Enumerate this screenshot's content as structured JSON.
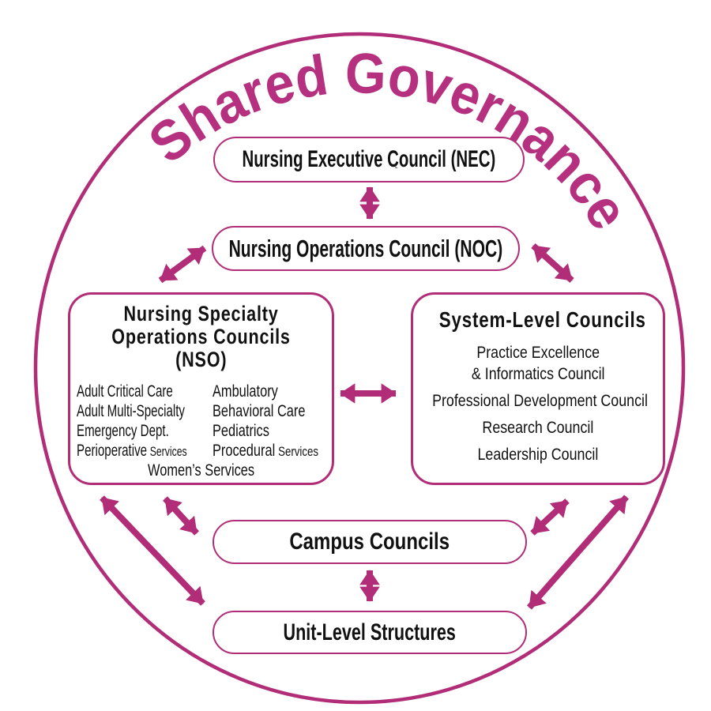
{
  "title": "Shared Governance",
  "colors": {
    "accent": "#b12d78",
    "title_pink": "#b5317f",
    "text": "#111111",
    "background": "#ffffff"
  },
  "nodes": {
    "nec": {
      "label": "Nursing Executive Council (NEC)"
    },
    "noc": {
      "label": "Nursing Operations Council (NOC)"
    },
    "nso": {
      "title_lines": [
        "Nursing Specialty",
        "Operations Councils",
        "(NSO)"
      ],
      "left_items": [
        {
          "main": "Adult Critical Care",
          "small": ""
        },
        {
          "main": "Adult Multi-Specialty",
          "small": ""
        },
        {
          "main": "Emergency Dept.",
          "small": ""
        },
        {
          "main": "Perioperative",
          "small": "Services"
        }
      ],
      "right_items": [
        {
          "main": "Ambulatory",
          "small": ""
        },
        {
          "main": "Behavioral Care",
          "small": ""
        },
        {
          "main": "Pediatrics",
          "small": ""
        },
        {
          "main": "Procedural",
          "small": "Services"
        }
      ],
      "bottom_item": "Women’s Services"
    },
    "slc": {
      "title": "System-Level Councils",
      "items": [
        "Practice Excellence\n& Informatics Council",
        "Professional Development Council",
        "Research Council",
        "Leadership Council"
      ]
    },
    "campus": {
      "label": "Campus Councils"
    },
    "unit": {
      "label": "Unit-Level Structures"
    }
  },
  "edges": [
    {
      "from": "nec",
      "to": "noc",
      "bidirectional": true
    },
    {
      "from": "noc",
      "to": "nso",
      "bidirectional": true
    },
    {
      "from": "noc",
      "to": "slc",
      "bidirectional": true
    },
    {
      "from": "nso",
      "to": "slc",
      "bidirectional": true
    },
    {
      "from": "nso",
      "to": "campus",
      "bidirectional": true
    },
    {
      "from": "nso",
      "to": "unit",
      "bidirectional": true
    },
    {
      "from": "slc",
      "to": "campus",
      "bidirectional": true
    },
    {
      "from": "slc",
      "to": "unit",
      "bidirectional": true
    },
    {
      "from": "campus",
      "to": "unit",
      "bidirectional": true
    }
  ],
  "stray_mark": "ʟ"
}
